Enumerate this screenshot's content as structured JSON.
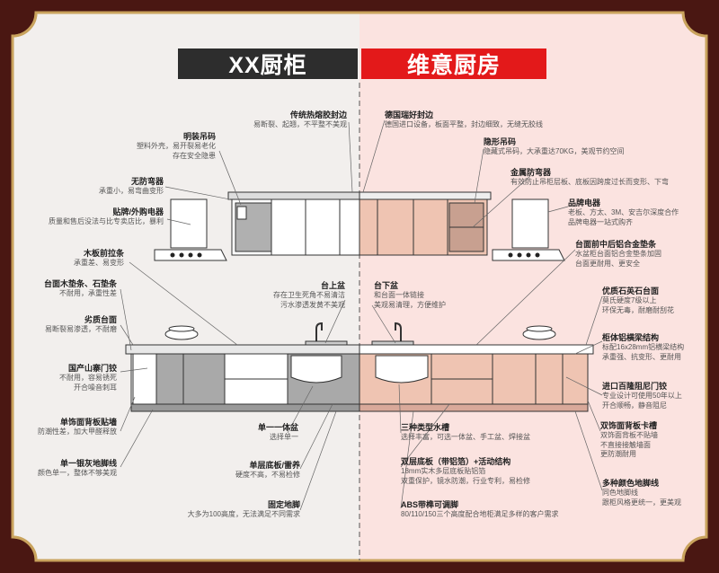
{
  "header": {
    "left": "XX厨柜",
    "right": "维意厨房"
  },
  "colors": {
    "frame": "#4a1712",
    "gold": "#c9a35d",
    "left_panel": "#f2efed",
    "right_panel": "#fbe3e0",
    "accent_red": "#e3191a",
    "header_dark": "#2d2d2d",
    "cabinet_pink": "#efc4b2",
    "cabinet_gray": "#a9a9a9"
  },
  "left_labels": [
    {
      "title": "传统热熔胶封边",
      "desc": "易断裂、起翘，不平整不美观"
    },
    {
      "title": "明装吊码",
      "desc": "塑料外壳，易开裂易老化\n存在安全隐患"
    },
    {
      "title": "无防弯器",
      "desc": "承重小，易弯曲变形"
    },
    {
      "title": "贴牌/外购电器",
      "desc": "质量和售后没法与比专卖店比，暴利"
    },
    {
      "title": "木板前拉条",
      "desc": "承重差、易变形"
    },
    {
      "title": "台面木垫条、石垫条",
      "desc": "不耐用，承重性差"
    },
    {
      "title": "台上盆",
      "desc": "存在卫生死角不易清洁\n污水渗透发黄不美观"
    },
    {
      "title": "劣质台面",
      "desc": "易断裂易渗透，不耐磨"
    },
    {
      "title": "国产山寨门铰",
      "desc": "不耐用，容易锈死\n开合噪音刺耳"
    },
    {
      "title": "单饰面背板贴墙",
      "desc": "防潮性差，加大甲醛释放"
    },
    {
      "title": "单一一体盆",
      "desc": "选择单一"
    },
    {
      "title": "单一银灰地脚线",
      "desc": "颜色单一，整体不够美观"
    },
    {
      "title": "单层底板/雷养",
      "desc": "硬度不高，不易检修"
    },
    {
      "title": "固定地脚",
      "desc": "大多为100高度，无法满足不同需求"
    }
  ],
  "right_labels": [
    {
      "title": "德国瑞好封边",
      "desc": "德国进口设备，板面平整，封边细致，无缝无胶线"
    },
    {
      "title": "隐形吊码",
      "desc": "隐藏式吊码，大承重达70KG，美观节约空间"
    },
    {
      "title": "金属防弯器",
      "desc": "有效防止吊柜层板、底板因跨度过长而变形、下弯"
    },
    {
      "title": "品牌电器",
      "desc": "老板、方太、3M、安吉尔深度合作\n品牌电器一站式购齐"
    },
    {
      "title": "台面前中后铝合金垫条",
      "desc": "水盆柜台面铝合金垫条加固\n台面更耐用、更安全"
    },
    {
      "title": "台下盆",
      "desc": "和台面一体链接\n美观易清理，方便维护"
    },
    {
      "title": "优质石英石台面",
      "desc": "莫氏硬度7级以上\n环保无毒，耐磨耐刮花"
    },
    {
      "title": "柜体铝横梁结构",
      "desc": "标配16x28mm铝横梁结构\n承重强、抗变形、更耐用"
    },
    {
      "title": "进口百隆阻尼门铰",
      "desc": "专业设计可使用50年以上\n开合顺畅，静音阻尼"
    },
    {
      "title": "三种类型水槽",
      "desc": "选择丰富，可选一体盆、手工盆、焊接盆"
    },
    {
      "title": "双饰面背板卡槽",
      "desc": "双饰面背板不贴墙\n不直接接触墙面\n更防潮耐用"
    },
    {
      "title": "双层底板（带铝箔）+活动结构",
      "desc": "18mm实木多层底板贴铝箔\n双重保护，镜水防潮，行业专利，易检修"
    },
    {
      "title": "多种颜色地脚线",
      "desc": "同色地脚线\n跟柜风格更统一，更美观"
    },
    {
      "title": "ABS带榫可调脚",
      "desc": "80/110/150三个高度配合地柜满足多样的客户需求"
    }
  ]
}
